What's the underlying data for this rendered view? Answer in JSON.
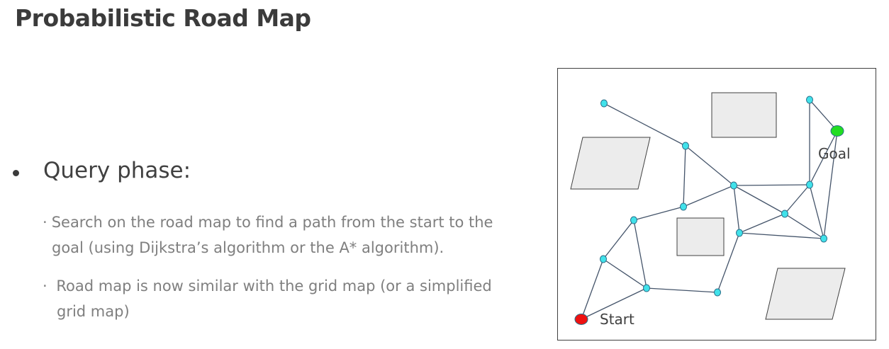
{
  "slide": {
    "title": "Probabilistic Road Map",
    "bullet": "Query phase:",
    "sub_items": [
      {
        "mark": "·",
        "line1": "Search on the road map to find a path from the start to the",
        "line2": "goal (using Dijkstra’s algorithm or the A* algorithm)."
      },
      {
        "mark": "·",
        "line1": "Road map is now similar with the grid map (or a simplified",
        "line2": "grid map)"
      }
    ]
  },
  "diagram": {
    "start_label": "Start",
    "goal_label": "Goal",
    "colors": {
      "node": "#41e2ea",
      "edge": "#44546a",
      "obstacle_fill": "#ececec",
      "obstacle_stroke": "#404040",
      "start": "#ee1111",
      "goal": "#22dd22"
    }
  }
}
